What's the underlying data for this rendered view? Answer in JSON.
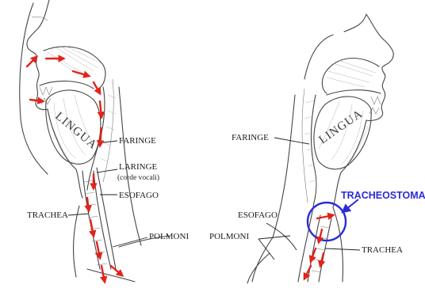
{
  "left_figure": {
    "tongue_label": "LINGUA",
    "labels": {
      "faringe": "FARINGE",
      "laringe": "LARINGE",
      "laringe_sub": "(corde vocali)",
      "esofago": "ESOFAGO",
      "trachea": "TRACHEA",
      "polmoni": "POLMONI"
    }
  },
  "right_figure": {
    "tongue_label": "LINGUA",
    "labels": {
      "faringe": "FARINGE",
      "tracheostoma": "TRACHEOSTOMA",
      "esofago": "ESOFAGO",
      "polmoni": "POLMONI",
      "trachea": "TRACHEA"
    }
  },
  "colors": {
    "arrow": "#e2231a",
    "tracheostoma_highlight": "#2b2bd9",
    "line_art": "#444444"
  }
}
